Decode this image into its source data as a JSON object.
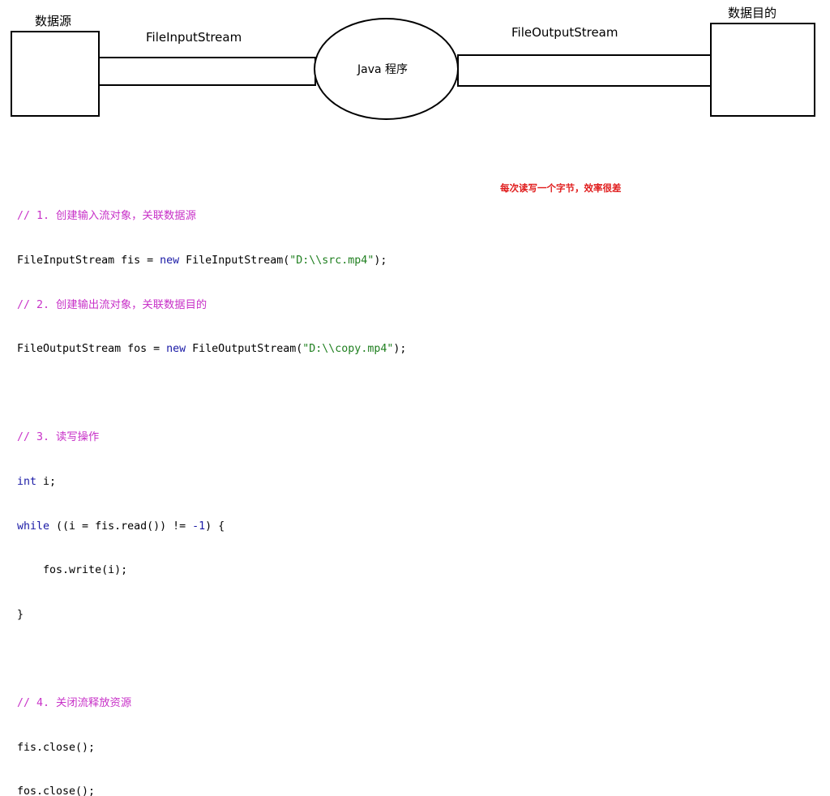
{
  "diagram": {
    "source_label": "数据源",
    "input_stream_label": "FileInputStream",
    "program_label": "Java 程序",
    "output_stream_label": "FileOutputStream",
    "destination_label": "数据目的"
  },
  "note": "每次读写一个字节，效率很差",
  "code": {
    "comment1": "// 1. 创建输入流对象，关联数据源",
    "line_fis_type": "FileInputStream fis = ",
    "line_fis_new": "new",
    "line_fis_ctor": " FileInputStream(",
    "line_fis_str": "\"D:\\\\src.mp4\"",
    "line_fis_end": ");",
    "comment2": "// 2. 创建输出流对象，关联数据目的",
    "line_fos_type": "FileOutputStream fos = ",
    "line_fos_new": "new",
    "line_fos_ctor": " FileOutputStream(",
    "line_fos_str": "\"D:\\\\copy.mp4\"",
    "line_fos_end": ");",
    "comment3": "// 3. 读写操作",
    "int_kw": "int",
    "int_rest": " i;",
    "while_kw": "while",
    "while_mid": " ((i = fis.read()) != ",
    "while_num": "-1",
    "while_end": ") {",
    "write_line": "    fos.write(i);",
    "close_brace": "}",
    "comment4": "// 4. 关闭流释放资源",
    "close_fis": "fis.close();",
    "close_fos": "fos.close();"
  }
}
